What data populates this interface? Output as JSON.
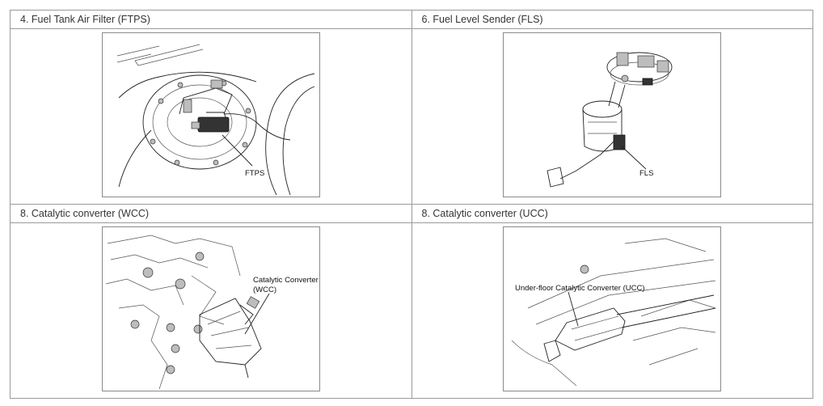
{
  "cells": [
    {
      "title": "4. Fuel Tank Air Filter (FTPS)",
      "callout": "FTPS"
    },
    {
      "title": "6. Fuel Level Sender (FLS)",
      "callout": "FLS"
    },
    {
      "title": "8. Catalytic converter (WCC)",
      "callout_line1": "Catalytic Converter",
      "callout_line2": "(WCC)"
    },
    {
      "title": "8. Catalytic converter (UCC)",
      "callout": "Under-floor Catalytic Converter (UCC)"
    }
  ]
}
